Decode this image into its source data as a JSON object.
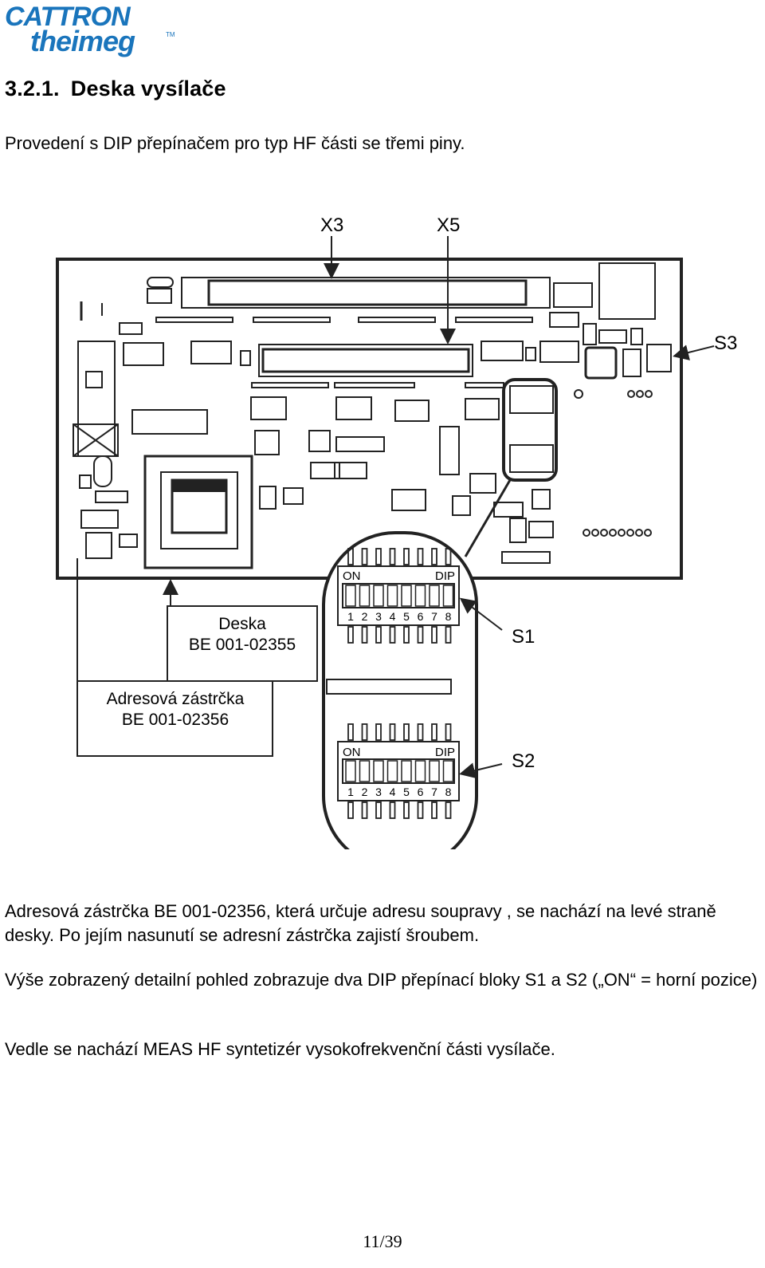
{
  "logo": {
    "line1": "CATTRON",
    "line2": "theimeg",
    "tm": "TM",
    "color": "#1a75bc"
  },
  "heading": {
    "number": "3.2.1.",
    "title": "Deska vysílače"
  },
  "intro": "Provedení s DIP přepínačem pro typ HF části se třemi piny.",
  "diagram": {
    "callouts": {
      "x3": "X3",
      "x5": "X5",
      "s3": "S3",
      "s1": "S1",
      "s2": "S2"
    },
    "board_label": {
      "line1": "Deska",
      "line2": "BE 001-02355"
    },
    "plug_label": {
      "line1": "Adresová zástrčka",
      "line2": "BE 001-02356"
    },
    "dip_s1": {
      "on": "ON",
      "dip": "DIP",
      "numbers": [
        "1",
        "2",
        "3",
        "4",
        "5",
        "6",
        "7",
        "8"
      ]
    },
    "dip_s2": {
      "on": "ON",
      "dip": "DIP",
      "numbers": [
        "1",
        "2",
        "3",
        "4",
        "5",
        "6",
        "7",
        "8"
      ]
    }
  },
  "paragraphs": [
    "Adresová zástrčka BE 001-02356, která určuje adresu soupravy , se nachází na levé straně desky. Po jejím nasunutí se adresní zástrčka zajistí šroubem.",
    "Výše zobrazený detailní pohled zobrazuje dva DIP přepínací bloky S1 a S2 („ON“ = horní pozice)",
    "Vedle se nachází MEAS HF  syntetizér vysokofrekvenční části vysílače."
  ],
  "page_number": "11/39"
}
